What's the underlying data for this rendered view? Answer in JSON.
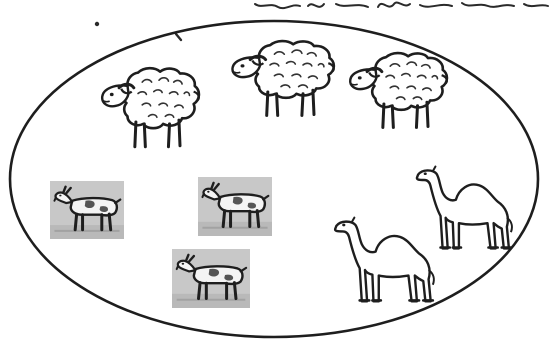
{
  "picture": {
    "enclosure": "oval",
    "animals": [
      {
        "kind": "sheep",
        "count": 3
      },
      {
        "kind": "goat",
        "count": 3,
        "style": "grey-shaded-box"
      },
      {
        "kind": "camel",
        "count": 2
      }
    ]
  },
  "colors": {
    "paper": "#ffffff",
    "ink": "#1e1e1e",
    "goat_box": "#c8c8c8",
    "goat_box_floor": "#b9b9b9",
    "goat_patch": "#555555"
  }
}
